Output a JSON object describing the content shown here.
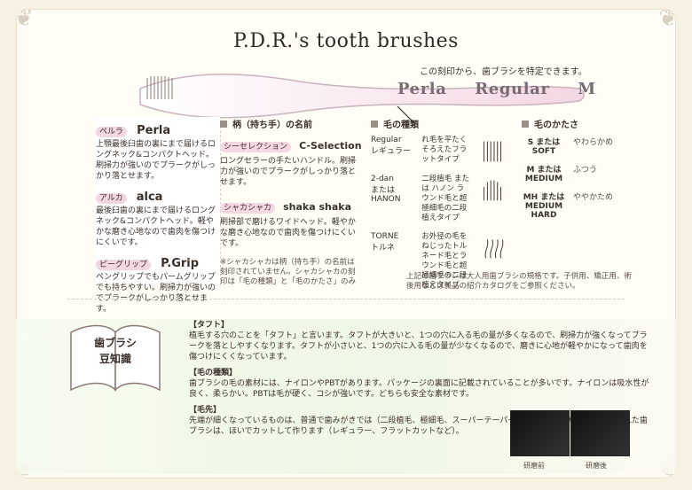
{
  "title": "P.D.R.'s tooth brushes",
  "top_note": "この刻印から、歯ブラシを特定できます。",
  "engraving": [
    "Perla",
    "Regular",
    "M"
  ],
  "left_panel": [
    {
      "jp": "ペルラ",
      "en": "Perla",
      "desc": "上顎最後臼歯の裏にまで届けるロングネック&コンパクトヘッド。刷掃力が強いのでプラークがしっかり落とせます。"
    },
    {
      "jp": "アルカ",
      "en": "alca",
      "desc": "最後臼歯の裏にまで届けるロングネック&コンパクトヘッド。軽やかな磨き心地なので歯肉を傷つけにくいです。"
    },
    {
      "jp": "ピーグリップ",
      "en": "P.Grip",
      "desc": "ペングリップでもパームグリップでも持ちやすい。刷掃力が強いのでプラークがしっかり落とせます。"
    }
  ],
  "handle": {
    "section_label": "柄（持ち手）の名前",
    "items": [
      {
        "jp": "シーセレクション",
        "en": "C-Selection",
        "desc": "ロングセラーの手たいハンドル。刷掃力が強いのでプラークがしっかり落とせます。"
      },
      {
        "jp": "シャカシャカ",
        "en": "shaka shaka",
        "desc": "刷掃部で磨けるワイドヘッド。軽やかな磨き心地なので歯肉を傷つけにくいです。"
      }
    ],
    "note": "※シャカシャカは柄（持ち手）の名前は刻印されていません。シャカシャカの刻印は「毛の種類」と「毛のかたさ」のみ"
  },
  "hair": {
    "section_label": "毛の種類",
    "rows": [
      {
        "k": "Regular",
        "kj": "レギュラー",
        "d": "れ毛を平たくそろえたフラットタイプ"
      },
      {
        "k": "2-dan",
        "kj": "または HANON",
        "d": "二段植毛 または ハノン ラウンド毛と超極細毛の二段植えタイプ"
      },
      {
        "k": "TORNE",
        "kj": "トルネ",
        "d": "お外径の毛をねじったトルネード毛とラウンド毛と超極細毛の二段植えタイプ"
      }
    ]
  },
  "stiffness": {
    "section_label": "毛のかたさ",
    "rows": [
      {
        "k": "S または SOFT",
        "v": "やわらかめ"
      },
      {
        "k": "M または MEDIUM",
        "v": "ふつう"
      },
      {
        "k": "MH または MEDIUM HARD",
        "v": "ややかため"
      }
    ]
  },
  "footnote": "上記の歯ブラシは大人用歯ブラシの規格です。子供用、矯正用、術後用などは製品の紹介カタログをご参照ください。",
  "book": {
    "line1": "歯ブラシ",
    "line2": "豆知識"
  },
  "sections": [
    {
      "h": "【タフト】",
      "p": "植毛する穴のことを「タフト」と言います。タフトが大きいと、1つの穴に入る毛の量が多くなるので、刷掃力が強くなってプラークを落としやすくなります。タフトが小さいと、1つの穴に入る毛の量が少なくなるので、磨きに心地が軽やかになって歯肉を傷つけにくくなっています。"
    },
    {
      "h": "【毛の種類】",
      "p": "歯ブラシの毛の素材には、ナイロンやPBTがあります。パッケージの裏面に記載されていることが多いです。ナイロンは吸水性が良く、柔らかい。PBTは毛が硬く、コシが強いです。どちらも安全な素材です。"
    },
    {
      "h": "【毛先】",
      "p": "先端が細くなっているものは、普通で歯みがきでは（二段植毛、極細毛、スーパーテーパードなど）。毛先が平らに揃えられた歯ブラシは、ほいでカットして作ります（レギュラー、フラットカットなど）。"
    }
  ],
  "photo_captions": [
    "研磨前",
    "研磨後"
  ]
}
